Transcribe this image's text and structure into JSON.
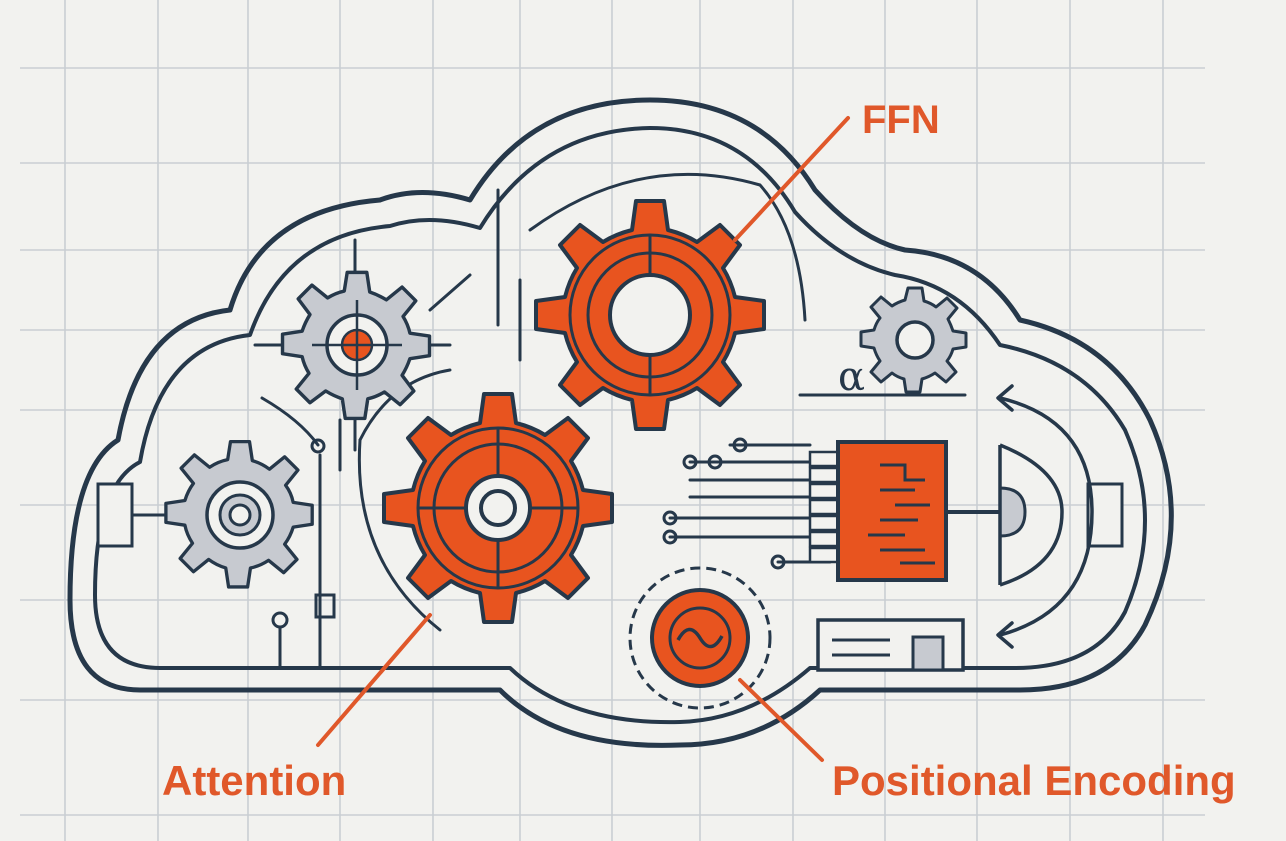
{
  "labels": {
    "ffn": "FFN",
    "attention": "Attention",
    "positional_encoding": "Positional Encoding",
    "alpha_symbol": "α"
  },
  "colors": {
    "background": "#f2f2ef",
    "grid": "#c9ced3",
    "outline": "#26384a",
    "accent": "#e8541f",
    "accent_text": "#e0582a",
    "gear_gray": "#c7cad0"
  },
  "icons": [
    "cloud-outline",
    "ffn-gear-icon",
    "attention-gear-icon",
    "gray-gear-icon",
    "sine-wave-icon",
    "chip-icon",
    "document-icon",
    "arrow-icon"
  ]
}
